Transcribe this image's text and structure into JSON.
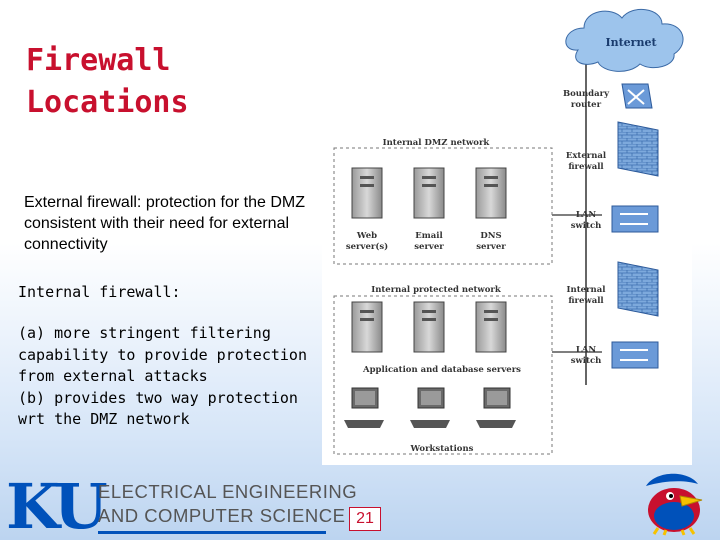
{
  "title": "Firewall\nLocations",
  "external_text": "External firewall: protection for the DMZ consistent with their need for external connectivity",
  "internal_heading": "Internal firewall:",
  "internal_points": [
    "(a) more stringent filtering capability to provide protection from external attacks",
    "(b) provides two way protection wrt the DMZ network"
  ],
  "diagram": {
    "internet": "Internet",
    "boundary_router": [
      "Boundary",
      "router"
    ],
    "external_firewall": [
      "External",
      "firewall"
    ],
    "lan_switch_1": [
      "LAN",
      "switch"
    ],
    "internal_firewall": [
      "Internal",
      "firewall"
    ],
    "lan_switch_2": [
      "LAN",
      "switch"
    ],
    "dmz_label": "Internal DMZ network",
    "web_server": [
      "Web",
      "server(s)"
    ],
    "email_server": [
      "Email",
      "server"
    ],
    "dns_server": [
      "DNS",
      "server"
    ],
    "protected_label": "Internal protected network",
    "app_servers": "Application and database servers",
    "workstations": "Workstations"
  },
  "footer": {
    "logo": "KU",
    "dept_line1": "ELECTRICAL ENGINEERING",
    "dept_line2": "AND COMPUTER SCIENCE",
    "page": "21"
  },
  "colors": {
    "title": "#c8102e",
    "brand": "#0051ba"
  }
}
